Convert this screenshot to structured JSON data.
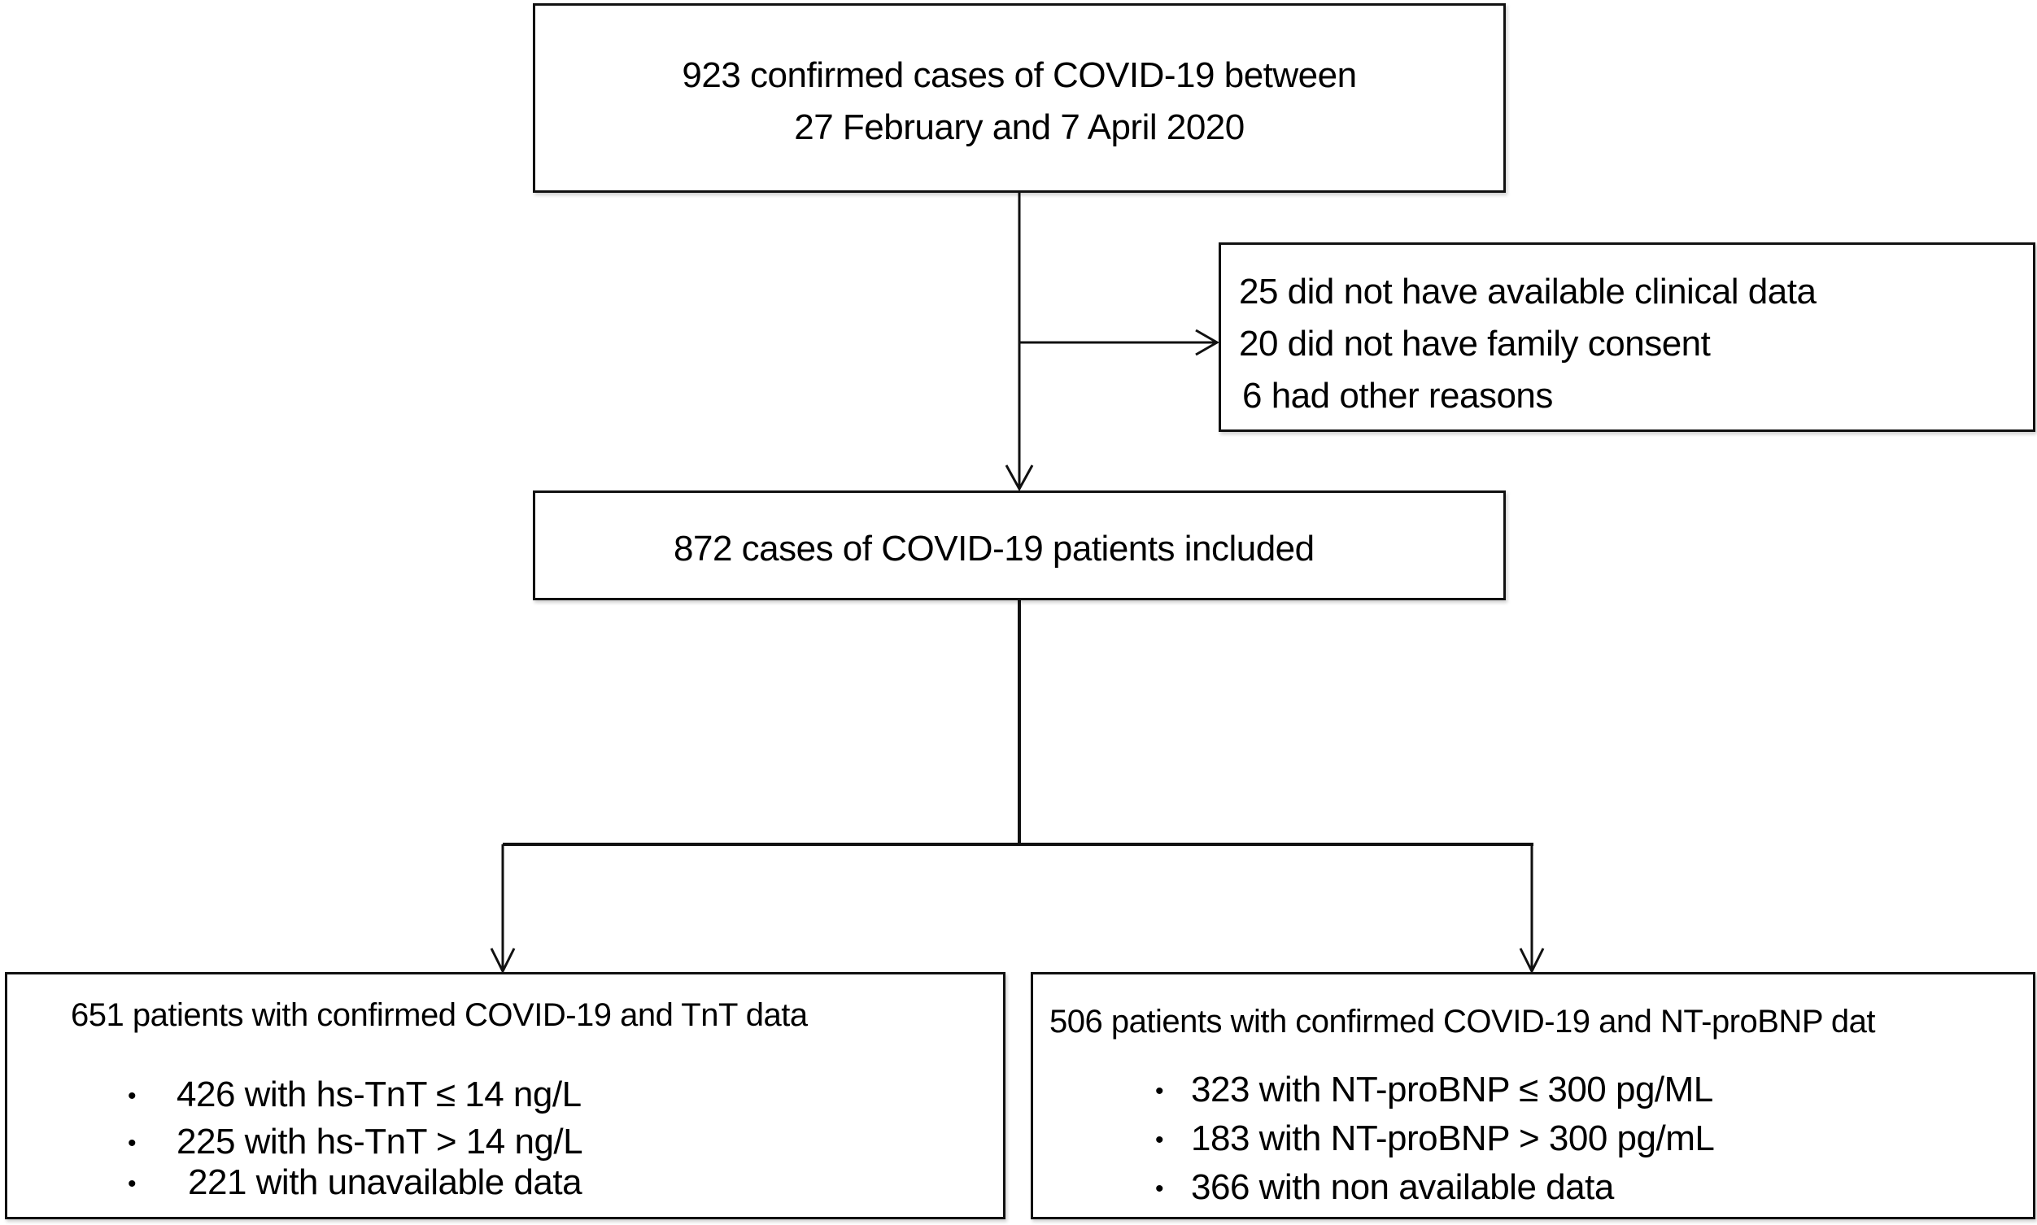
{
  "diagram": {
    "type": "flowchart",
    "nodes": {
      "screened": {
        "line1": "923 confirmed cases of COVID-19 between",
        "line2": "27 February and 7 April 2020"
      },
      "excluded": {
        "items": [
          "25 did not have available clinical data",
          "20 did not have family consent",
          "6 had other reasons"
        ]
      },
      "included": {
        "label": "872 cases of COVID-19 patients included"
      },
      "tnt_group": {
        "title": "651 patients with confirmed COVID-19 and TnT data",
        "bullet": "•",
        "items": [
          "426 with hs-TnT ≤ 14 ng/L",
          "225 with hs-TnT > 14 ng/L",
          "221 with unavailable data"
        ]
      },
      "bnp_group": {
        "title": "506 patients with confirmed COVID-19 and NT-proBNP dat",
        "bullet": "•",
        "items": [
          "323 with NT-proBNP ≤ 300 pg/ML",
          "183 with NT-proBNP > 300 pg/mL",
          "366 with non available data"
        ]
      }
    },
    "edges": [
      {
        "from": "screened",
        "to": "included"
      },
      {
        "from": "screened",
        "to": "excluded"
      },
      {
        "from": "included",
        "to": "tnt_group"
      },
      {
        "from": "included",
        "to": "bnp_group"
      }
    ],
    "line_color": "#111111",
    "background": "#ffffff"
  }
}
